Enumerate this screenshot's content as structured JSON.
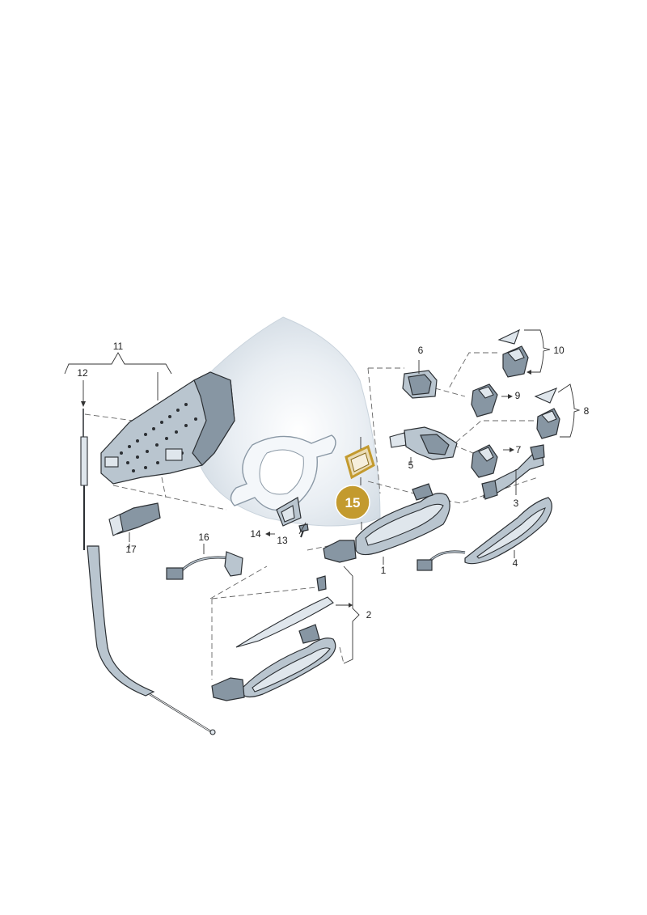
{
  "callouts": {
    "c1": "1",
    "c2": "2",
    "c3": "3",
    "c4": "4",
    "c5": "5",
    "c6": "6",
    "c7": "7",
    "c8": "8",
    "c9": "9",
    "c10": "10",
    "c11": "11",
    "c12": "12",
    "c13": "13",
    "c14": "14",
    "c16": "16",
    "c17": "17"
  },
  "highlight": {
    "label": "15",
    "color": "#c39a2e",
    "outline_color": "#c39a2e"
  },
  "colors": {
    "part_fill": "#b9c5cf",
    "door_panel": "#e4eaf0",
    "line": "#2b2f33"
  }
}
